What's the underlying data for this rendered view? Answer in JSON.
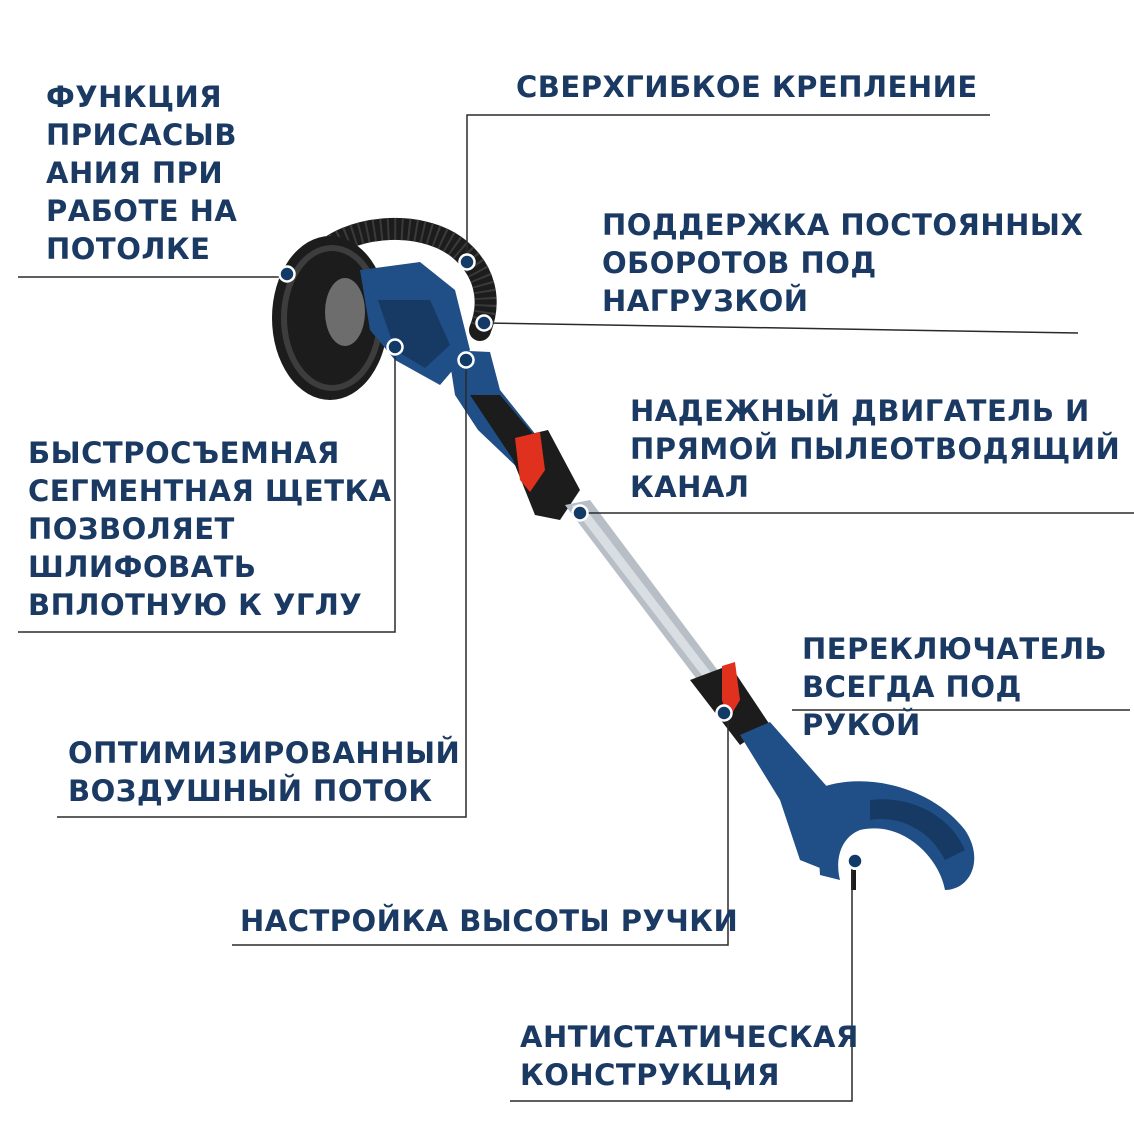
{
  "colors": {
    "text": "#1b3a63",
    "line": "#2a2a2a",
    "dot_fill": "#123a66",
    "dot_stroke": "#ffffff",
    "tool_blue": "#1f4f86",
    "tool_dark": "#163a63",
    "tool_black": "#1c1c1c",
    "tube": "#b7bec6",
    "accent_red": "#e0311f"
  },
  "callouts": {
    "suction": "ФУНКЦИЯ\nПРИСАСЫВ\nАНИЯ ПРИ\nРАБОТЕ НА\nПОТОЛКЕ",
    "flexible_mount": "СВЕРХГИБКОЕ КРЕПЛЕНИЕ",
    "constant_rpm": "ПОДДЕРЖКА ПОСТОЯННЫХ\nОБОРОТОВ ПОД\nНАГРУЗКОЙ",
    "motor_channel": "НАДЕЖНЫЙ ДВИГАТЕЛЬ И\nПРЯМОЙ ПЫЛЕОТВОДЯЩИЙ\nКАНАЛ",
    "brush": "БЫСТРОСЪЕМНАЯ\nСЕГМЕНТНАЯ ЩЕТКА\nПОЗВОЛЯЕТ\nШЛИФОВАТЬ\nВПЛОТНУЮ К УГЛУ",
    "switch": "ПЕРЕКЛЮЧАТЕЛЬ\nВСЕГДА ПОД РУКОЙ",
    "airflow": "ОПТИМИЗИРОВАННЫЙ\nВОЗДУШНЫЙ ПОТОК",
    "handle_height": "НАСТРОЙКА ВЫСОТЫ РУЧКИ",
    "antistatic": "АНТИСТАТИЧЕСКАЯ\nКОНСТРУКЦИЯ"
  }
}
